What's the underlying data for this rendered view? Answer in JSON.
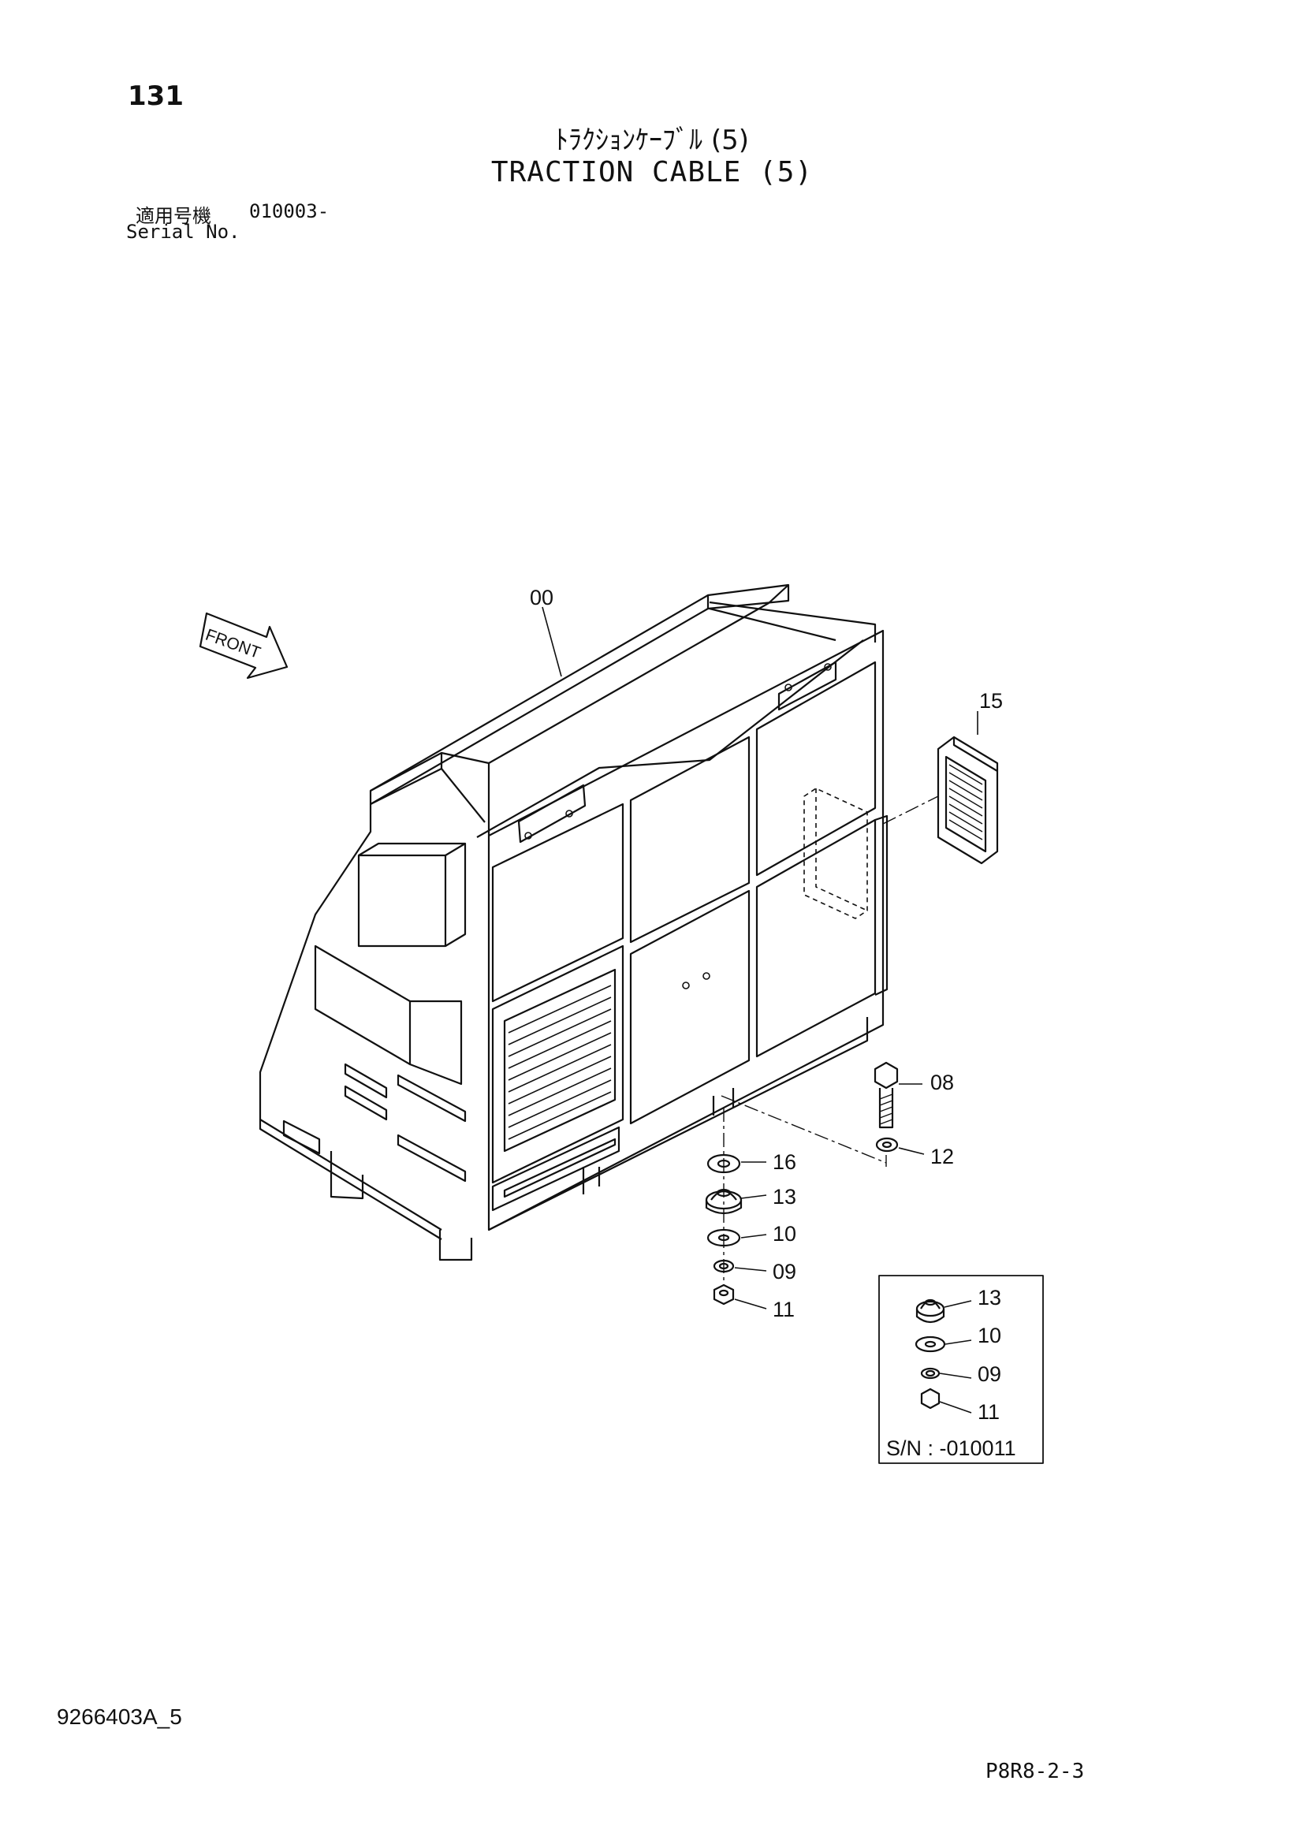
{
  "header": {
    "page_number": "131",
    "title_jp": "ﾄﾗｸｼｮﾝｹｰﾌﾞﾙ (5)",
    "title_en": "TRACTION CABLE (5)",
    "serial_label_jp": "適用号機",
    "serial_value": "010003-",
    "serial_label_en": "Serial No."
  },
  "diagram": {
    "front_label": "FRONT",
    "callouts": {
      "main_body": "00",
      "filter": "15",
      "bolt": "08",
      "washer_small": "12",
      "spacer": "16",
      "rubber_mount": "13",
      "washer": "10",
      "spring_washer": "09",
      "nut": "11"
    },
    "inset": {
      "callouts": {
        "rubber_mount": "13",
        "washer": "10",
        "spring_washer": "09",
        "nut": "11"
      },
      "serial_note": "S/N : -010011"
    }
  },
  "footer": {
    "doc_code": "9266403A_5",
    "sheet_code": "P8R8-2-3"
  }
}
